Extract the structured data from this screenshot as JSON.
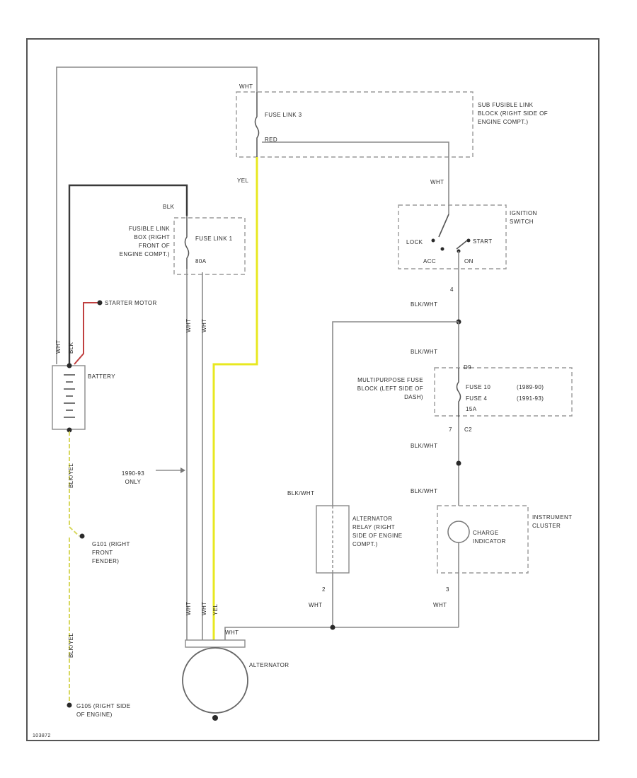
{
  "components": {
    "sub_fusible_link_block": "SUB FUSIBLE LINK BLOCK (RIGHT SIDE OF ENGINE COMPT.)",
    "fuse_link_3": "FUSE LINK 3",
    "fusible_link_box": "FUSIBLE LINK BOX (RIGHT FRONT OF ENGINE COMPT.)",
    "fuse_link_1": "FUSE LINK 1",
    "ignition_switch": "IGNITION SWITCH",
    "switch_positions": {
      "lock": "LOCK",
      "acc": "ACC",
      "on": "ON",
      "start": "START"
    },
    "starter_motor": "STARTER MOTOR",
    "battery": "BATTERY",
    "multipurpose_fuse_block": "MULTIPURPOSE FUSE BLOCK (LEFT SIDE OF DASH)",
    "fuse_10": "FUSE 10",
    "fuse_10_years": "(1989-90)",
    "fuse_4": "FUSE 4",
    "fuse_4_years": "(1991-93)",
    "alternator_relay": "ALTERNATOR RELAY (RIGHT SIDE OF ENGINE COMPT.)",
    "instrument_cluster": "INSTRUMENT CLUSTER",
    "charge_indicator": "CHARGE INDICATOR",
    "alternator": "ALTERNATOR",
    "ground_g101": "G101 (RIGHT FRONT FENDER)",
    "ground_g105": "G105 (RIGHT SIDE OF ENGINE)",
    "note_1990_93": "1990-93 ONLY"
  },
  "wire_labels": {
    "wht_top": "WHT",
    "red_fuse3": "RED",
    "yel": "YEL",
    "wht_ign": "WHT",
    "blk_top": "BLK",
    "amps_80": "80A",
    "blk_wht_1": "BLK/WHT",
    "blk_wht_2": "BLK/WHT",
    "blk_wht_3": "BLK/WHT",
    "blk_wht_4": "BLK/WHT",
    "blk_wht_relay": "BLK/WHT",
    "wht_relay": "WHT",
    "wht_cluster": "WHT",
    "wht_alt": "WHT",
    "blk_yel_1": "BLK/YEL",
    "blk_yel_2": "BLK/YEL",
    "wht_v1": "WHT",
    "wht_v2": "WHT",
    "wht_v3": "WHT",
    "wht_v4": "WHT",
    "wht_v5": "WHT",
    "yel_v": "YEL",
    "amp_15": "15A",
    "pin_d9": "D9",
    "pin_c2": "C2",
    "pin_4": "4",
    "pin_7": "7",
    "pin_2": "2",
    "pin_3": "3"
  },
  "footer_code": "103872",
  "colors": {
    "yellow_wire": "#e8e820",
    "red_wire": "#c04040",
    "gray_wire": "#8a8a8a"
  }
}
